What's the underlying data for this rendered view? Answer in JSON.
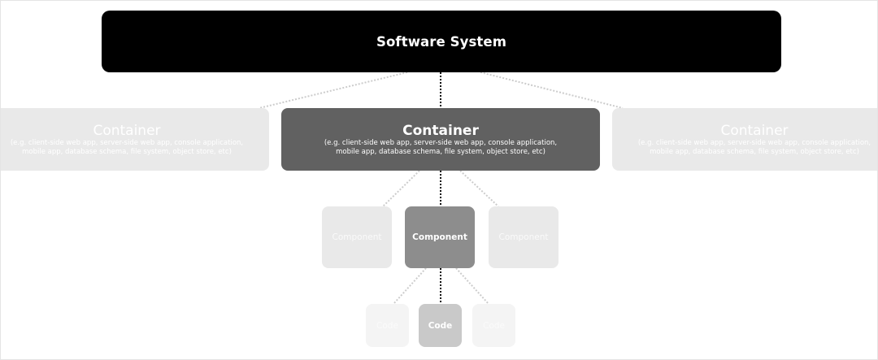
{
  "system": {
    "title": "Software System"
  },
  "containers": [
    {
      "title": "Container",
      "desc_line1": "(e.g. client-side web app, server-side web app, console application,",
      "desc_line2": "mobile app, database schema, file system, object store, etc)"
    },
    {
      "title": "Container",
      "desc_line1": "(e.g. client-side web app, server-side web app, console application,",
      "desc_line2": "mobile app, database schema, file system, object store, etc)"
    },
    {
      "title": "Container",
      "desc_line1": "(e.g. client-side web app, server-side web app, console application,",
      "desc_line2": "mobile app, database schema, file system, object store, etc)"
    }
  ],
  "components": [
    {
      "label": "Component"
    },
    {
      "label": "Component"
    },
    {
      "label": "Component"
    }
  ],
  "codes": [
    {
      "label": "Code"
    },
    {
      "label": "Code"
    },
    {
      "label": "Code"
    }
  ],
  "colors": {
    "system": "#000000",
    "container_focus": "#616161",
    "container_faded": "#e9e9e9",
    "component_focus": "#8d8d8d",
    "code_focus": "#c9c9c9"
  }
}
